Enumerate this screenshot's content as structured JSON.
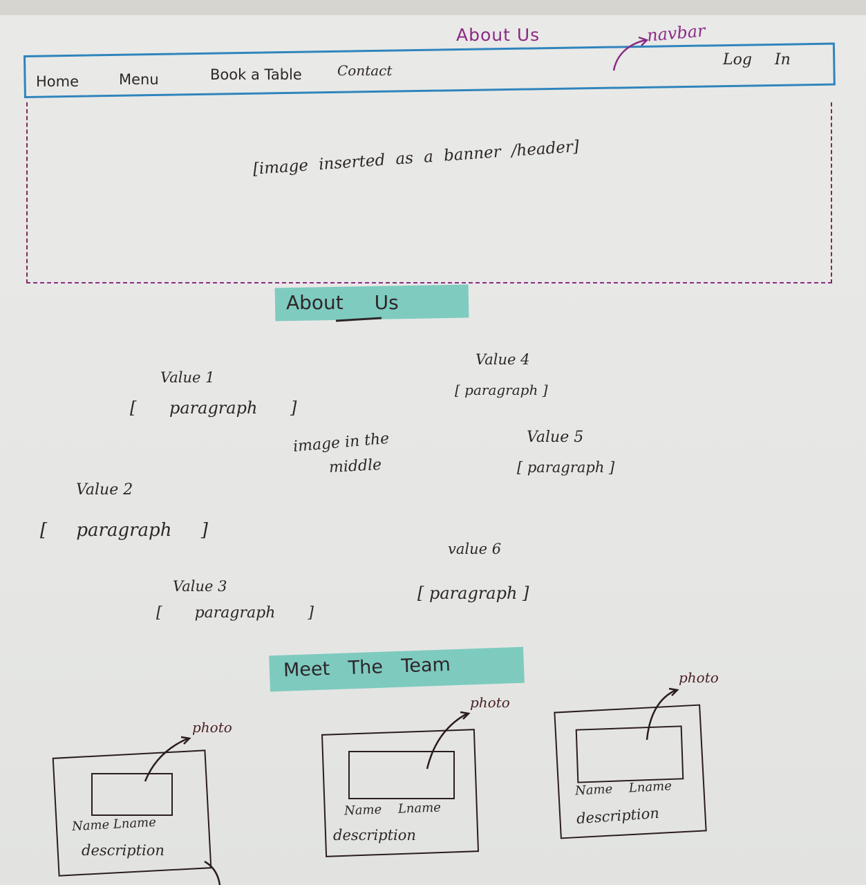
{
  "page_title_note": "About Us",
  "navbar": {
    "annotation": "navbar",
    "items": [
      "Home",
      "Menu",
      "Book a Table",
      "Contact"
    ],
    "login": "Log In"
  },
  "banner": {
    "label": "[image inserted as a banner /header]"
  },
  "about": {
    "heading": "About Us",
    "center_image": [
      "image in the",
      "middle"
    ],
    "values": [
      {
        "title": "Value 1",
        "body": "[ paragraph ]"
      },
      {
        "title": "Value 2",
        "body": "[ paragraph ]"
      },
      {
        "title": "Value 3",
        "body": "[ paragraph ]"
      },
      {
        "title": "Value 4",
        "body": "[ paragraph ]"
      },
      {
        "title": "Value 5",
        "body": "[ paragraph ]"
      },
      {
        "title": "value 6",
        "body": "[ paragraph ]"
      }
    ]
  },
  "team": {
    "heading": "Meet The Team",
    "cards": [
      {
        "photo_label": "photo",
        "name": "Name Lname",
        "description": "description"
      },
      {
        "photo_label": "photo",
        "name": "Name Lname",
        "description": "description"
      },
      {
        "photo_label": "photo",
        "name": "Name Lname",
        "description": "description"
      }
    ]
  },
  "colors": {
    "navbar_border": "#2f84bd",
    "annotation": "#8a2a86",
    "highlight": "#6cc6b8",
    "ink": "#2d2628"
  }
}
